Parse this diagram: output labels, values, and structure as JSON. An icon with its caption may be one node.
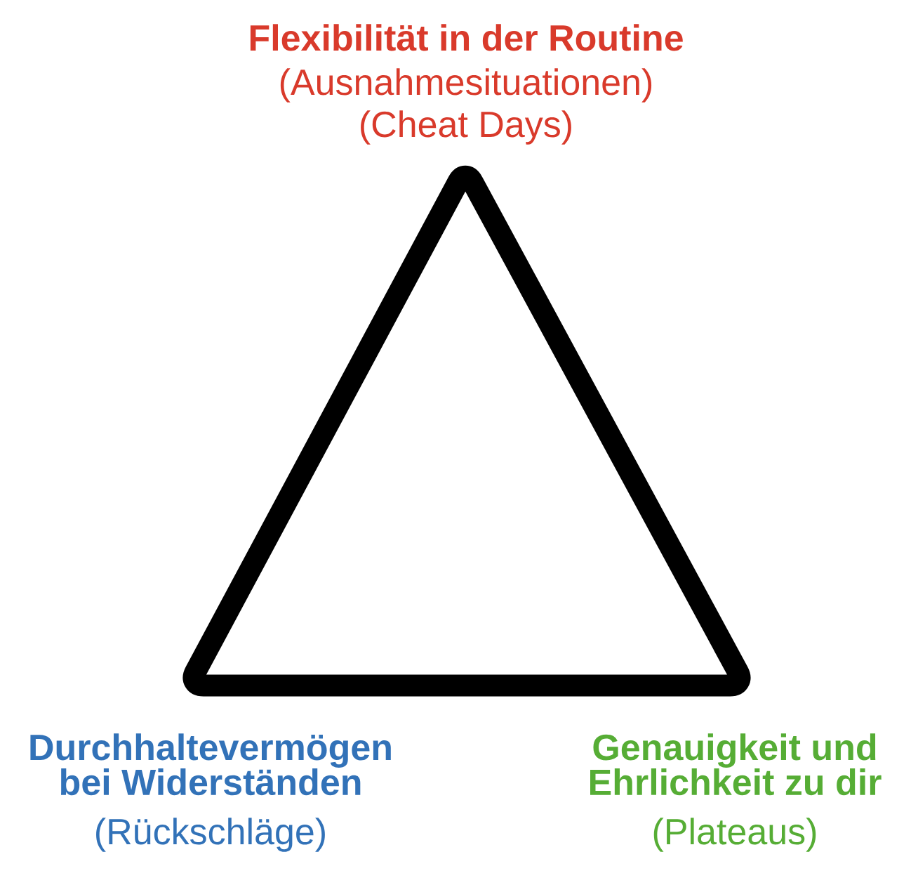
{
  "diagram": {
    "labels": [
      "Flexibilität in der Routine",
      "(Ausnahmesituationen)",
      "(Cheat Days)",
      "Durchhaltevermögen bei Widerständen",
      "(Rückschläge)",
      "Genauigkeit und Ehrlichkeit zu dir",
      "(Plateaus)"
    ]
  }
}
